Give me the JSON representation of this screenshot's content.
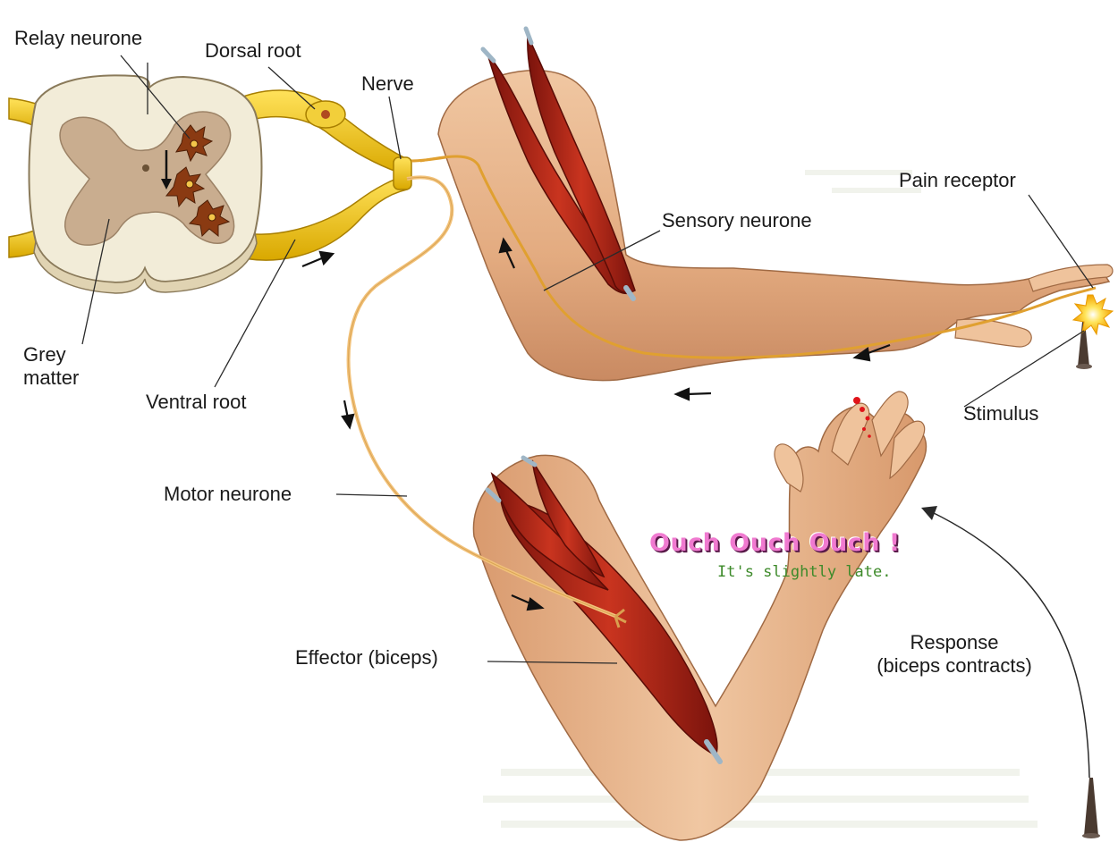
{
  "labels": {
    "relay_neurone": "Relay neurone",
    "dorsal_root": "Dorsal root",
    "nerve": "Nerve",
    "pain_receptor": "Pain receptor",
    "sensory_neurone": "Sensory neurone",
    "grey_matter_line1": "Grey",
    "grey_matter_line2": "matter",
    "ventral_root": "Ventral root",
    "stimulus": "Stimulus",
    "motor_neurone": "Motor neurone",
    "effector": "Effector (biceps)",
    "response_line1": "Response",
    "response_line2": "(biceps contracts)"
  },
  "overlay": {
    "exclamation": "Ouch Ouch Ouch !",
    "caption": "It's slightly late."
  },
  "colors": {
    "skin": "#e8b48c",
    "skin_shadow": "#c98a62",
    "muscle": "#b3261a",
    "nerve": "#e9c000",
    "grey_matter": "#c9ad8f",
    "white_matter": "#f2ecd8",
    "exclamation": "#f07ad0",
    "caption": "#3d8a2a"
  }
}
